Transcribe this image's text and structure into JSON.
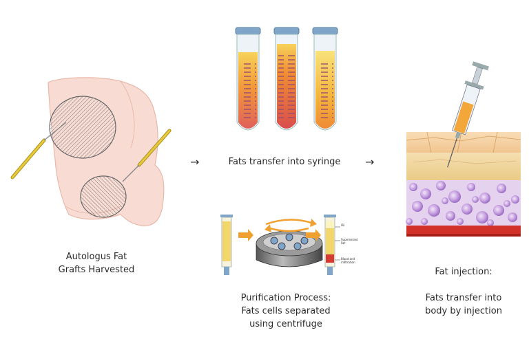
{
  "steps": {
    "harvest": {
      "line1": "Autologus Fat",
      "line2": "Grafts Harvested"
    },
    "transfer": {
      "text": "Fats transfer into syringe"
    },
    "purification": {
      "line1": "Purification Process:",
      "line2": "Fats cells separated",
      "line3": "using centrifuge"
    },
    "injection": {
      "title": "Fat injection:",
      "line1": "Fats transfer into",
      "line2": "body by injection"
    }
  },
  "tube_labels": {
    "oil": "Oil",
    "supernatant": "Supernatant Fat",
    "blood": "Blood and infiltration"
  },
  "arrows": {
    "a1": "→",
    "a2": "→"
  },
  "icons": [
    "body-harvest-icon",
    "test-tube-icon",
    "centrifuge-icon",
    "syringe-icon",
    "skin-layers-icon"
  ],
  "colors": {
    "skin": "#f8dcd4",
    "fat_yellow": "#f5c64a",
    "tube_orange": "#f29a3a",
    "fat_cell": "#b98ad6",
    "muscle": "#d2312a",
    "cannula": "#e8c93a"
  }
}
